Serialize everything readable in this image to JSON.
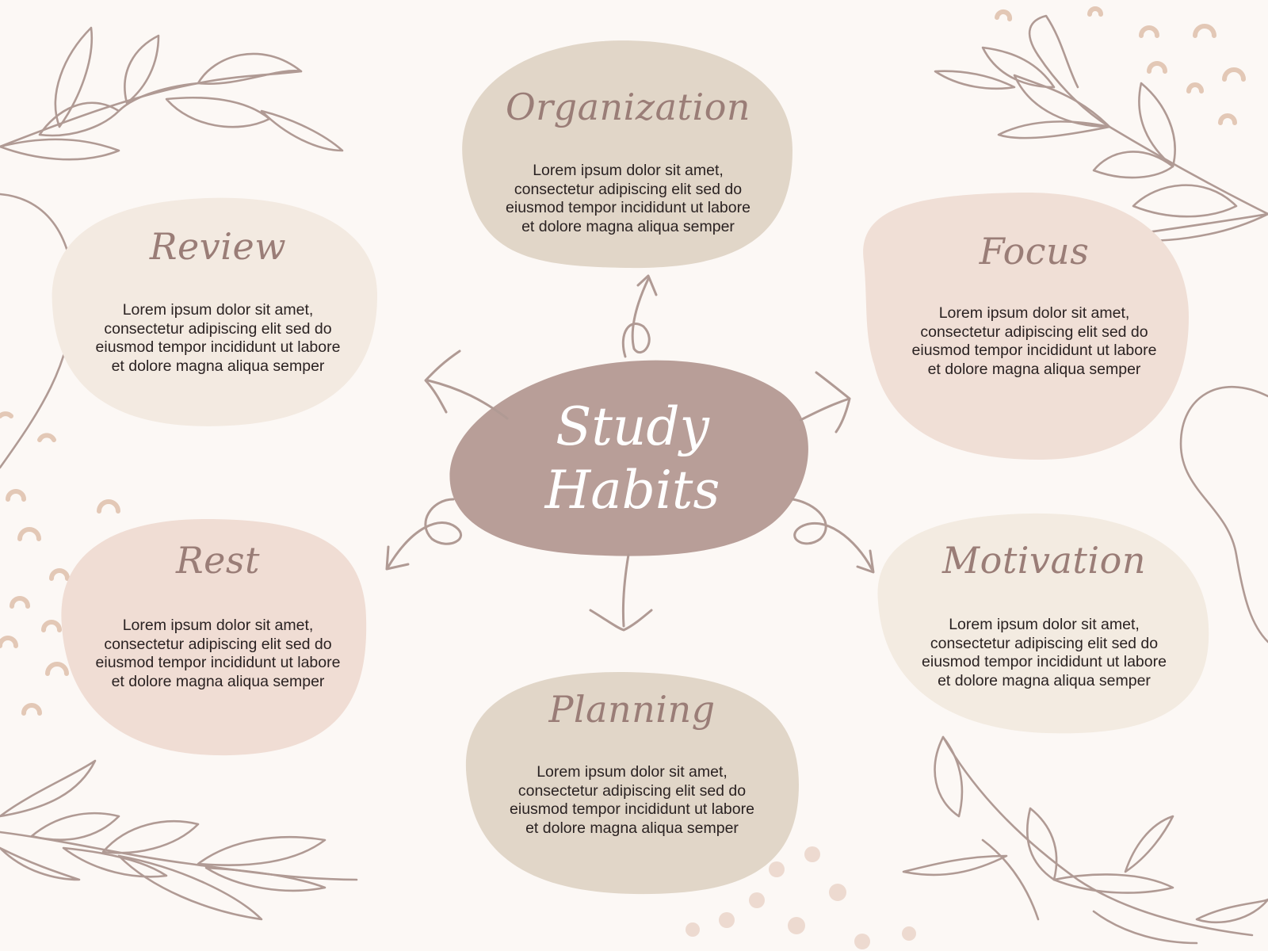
{
  "center": {
    "title_line1": "Study",
    "title_line2": "Habits",
    "color": "#b89e98"
  },
  "nodes": {
    "organization": {
      "title": "Organization",
      "lines": [
        "Lorem ipsum dolor sit amet,",
        "consectetur adipiscing elit sed do",
        "eiusmod tempor incididunt ut labore",
        "et dolore magna aliqua semper"
      ],
      "color": "#e1d6c8"
    },
    "review": {
      "title": "Review",
      "lines": [
        "Lorem ipsum dolor sit amet,",
        "consectetur adipiscing elit sed do",
        "eiusmod tempor incididunt ut labore",
        "et dolore magna aliqua semper"
      ],
      "color": "#f3eae1"
    },
    "focus": {
      "title": "Focus",
      "lines": [
        "Lorem ipsum dolor sit amet,",
        "consectetur adipiscing elit sed do",
        "eiusmod tempor incididunt ut labore",
        "et dolore magna aliqua semper"
      ],
      "color": "#f0dfd6"
    },
    "rest": {
      "title": "Rest",
      "lines": [
        "Lorem ipsum dolor sit amet,",
        "consectetur adipiscing elit sed do",
        "eiusmod tempor incididunt ut labore",
        "et dolore magna aliqua semper"
      ],
      "color": "#f0ddd4"
    },
    "motivation": {
      "title": "Motivation",
      "lines": [
        "Lorem ipsum dolor sit amet,",
        "consectetur adipiscing elit sed do",
        "eiusmod tempor incididunt ut labore",
        "et dolore magna aliqua semper"
      ],
      "color": "#f3ebe1"
    },
    "planning": {
      "title": "Planning",
      "lines": [
        "Lorem ipsum dolor sit amet,",
        "consectetur adipiscing elit sed do",
        "eiusmod tempor incididunt ut labore",
        "et dolore magna aliqua semper"
      ],
      "color": "#e1d6c8"
    }
  },
  "colors": {
    "background": "#fcf8f5",
    "line": "#b09a94",
    "dots": "#eddad0",
    "arcs": "#e3c8b6"
  },
  "icons": {
    "leaf": "leaf-branch-icon",
    "arrow": "curved-arrow-icon"
  }
}
